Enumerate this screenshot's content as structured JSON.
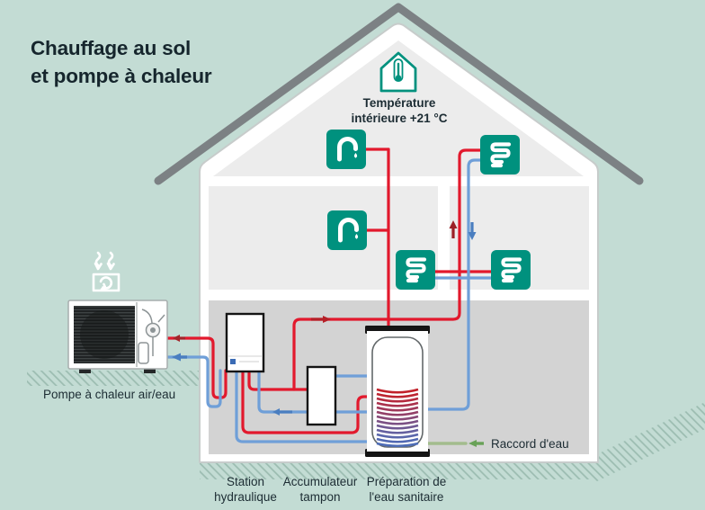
{
  "title": {
    "line1": "Chauffage au sol",
    "line2": "et pompe à chaleur"
  },
  "temperature": {
    "line1": "Température",
    "line2": "intérieure +21 °C"
  },
  "labels": {
    "heat_pump": "Pompe à chaleur air/eau",
    "station": {
      "line1": "Station",
      "line2": "hydraulique"
    },
    "buffer": {
      "line1": "Accumulateur",
      "line2": "tampon"
    },
    "dhw": {
      "line1": "Préparation de",
      "line2": "l'eau sanitaire"
    },
    "water": "Raccord d'eau"
  },
  "icons": {
    "thermometer_house": "house-with-thermometer",
    "faucet": "tap-with-water-drop",
    "floor_heating": "heating-coil",
    "air_flow": "air-intake-arrows",
    "flow_arrows": "flow-direction-arrows"
  },
  "colors": {
    "background": "#c3dcd4",
    "roof": "#7c8184",
    "wall": "#ffffff",
    "room_light": "#ececec",
    "room_dark": "#d3d3d3",
    "icon_teal": "#00917e",
    "pipe_hot": "#e2192d",
    "pipe_cold": "#6f9fd8",
    "pipe_water": "#a3bc8d",
    "arrow_hot": "#a3242a",
    "arrow_cold": "#4a7ec0",
    "arrow_water": "#69a258",
    "text": "#1c2c33"
  }
}
